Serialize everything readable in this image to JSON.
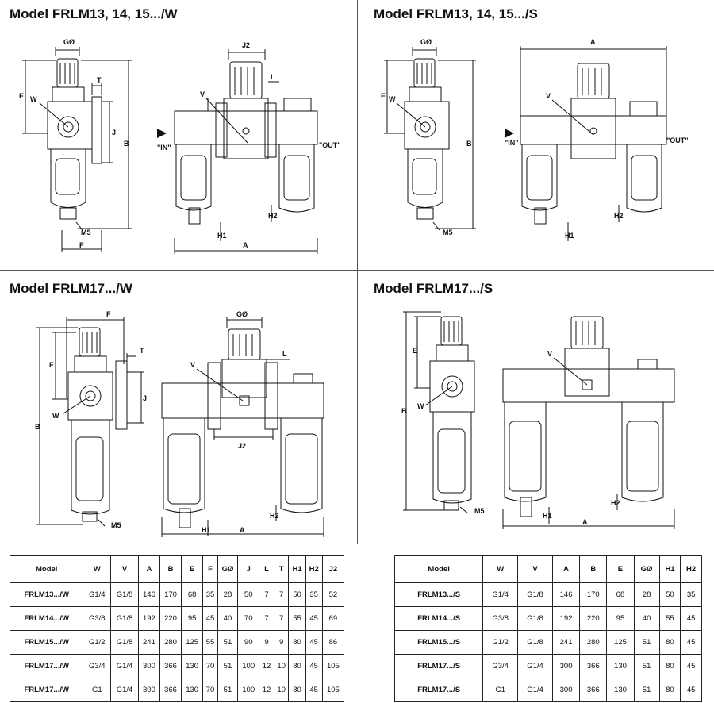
{
  "titles": {
    "tl": "Model FRLM13, 14, 15.../W",
    "tr": "Model FRLM13, 14, 15.../S",
    "bl": "Model FRLM17.../W",
    "br": "Model FRLM17.../S"
  },
  "labels": {
    "G": "GØ",
    "E": "E",
    "W": "W",
    "T": "T",
    "J": "J",
    "B": "B",
    "M5": "M5",
    "F": "F",
    "J2": "J2",
    "L": "L",
    "V": "V",
    "IN": "\"IN\"",
    "OUT": "\"OUT\"",
    "H1": "H1",
    "H2": "H2",
    "A": "A"
  },
  "table_w": {
    "headers": [
      "Model",
      "W",
      "V",
      "A",
      "B",
      "E",
      "F",
      "GØ",
      "J",
      "L",
      "T",
      "H1",
      "H2",
      "J2"
    ],
    "rows": [
      [
        "FRLM13.../W",
        "G1/4",
        "G1/8",
        "146",
        "170",
        "68",
        "35",
        "28",
        "50",
        "7",
        "7",
        "50",
        "35",
        "52"
      ],
      [
        "FRLM14.../W",
        "G3/8",
        "G1/8",
        "192",
        "220",
        "95",
        "45",
        "40",
        "70",
        "7",
        "7",
        "55",
        "45",
        "69"
      ],
      [
        "FRLM15.../W",
        "G1/2",
        "G1/8",
        "241",
        "280",
        "125",
        "55",
        "51",
        "90",
        "9",
        "9",
        "80",
        "45",
        "86"
      ],
      [
        "FRLM17.../W",
        "G3/4",
        "G1/4",
        "300",
        "366",
        "130",
        "70",
        "51",
        "100",
        "12",
        "10",
        "80",
        "45",
        "105"
      ],
      [
        "FRLM17.../W",
        "G1",
        "G1/4",
        "300",
        "366",
        "130",
        "70",
        "51",
        "100",
        "12",
        "10",
        "80",
        "45",
        "105"
      ]
    ]
  },
  "table_s": {
    "headers": [
      "Model",
      "W",
      "V",
      "A",
      "B",
      "E",
      "GØ",
      "H1",
      "H2"
    ],
    "rows": [
      [
        "FRLM13.../S",
        "G1/4",
        "G1/8",
        "146",
        "170",
        "68",
        "28",
        "50",
        "35"
      ],
      [
        "FRLM14.../S",
        "G3/8",
        "G1/8",
        "192",
        "220",
        "95",
        "40",
        "55",
        "45"
      ],
      [
        "FRLM15.../S",
        "G1/2",
        "G1/8",
        "241",
        "280",
        "125",
        "51",
        "80",
        "45"
      ],
      [
        "FRLM17.../S",
        "G3/4",
        "G1/4",
        "300",
        "366",
        "130",
        "51",
        "80",
        "45"
      ],
      [
        "FRLM17.../S",
        "G1",
        "G1/4",
        "300",
        "366",
        "130",
        "51",
        "80",
        "45"
      ]
    ]
  }
}
